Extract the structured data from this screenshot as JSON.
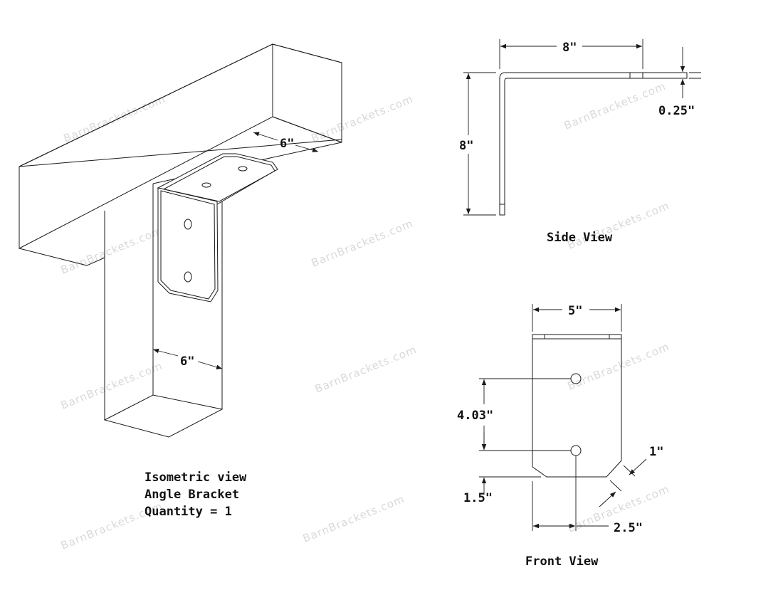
{
  "watermark": "BarnBrackets.com",
  "isometric": {
    "beam_width_dim": "6\"",
    "post_width_dim": "6\"",
    "caption_line1": "Isometric view",
    "caption_line2": "Angle Bracket",
    "caption_line3": "Quantity = 1"
  },
  "side_view": {
    "width_dim": "8\"",
    "height_dim": "8\"",
    "thickness_dim": "0.25\"",
    "caption": "Side View"
  },
  "front_view": {
    "width_dim": "5\"",
    "hole_spacing_dim": "4.03\"",
    "hole_edge_dim": "1.5\"",
    "hole_center_dim": "2.5\"",
    "chamfer_dim": "1\"",
    "caption": "Front View"
  }
}
